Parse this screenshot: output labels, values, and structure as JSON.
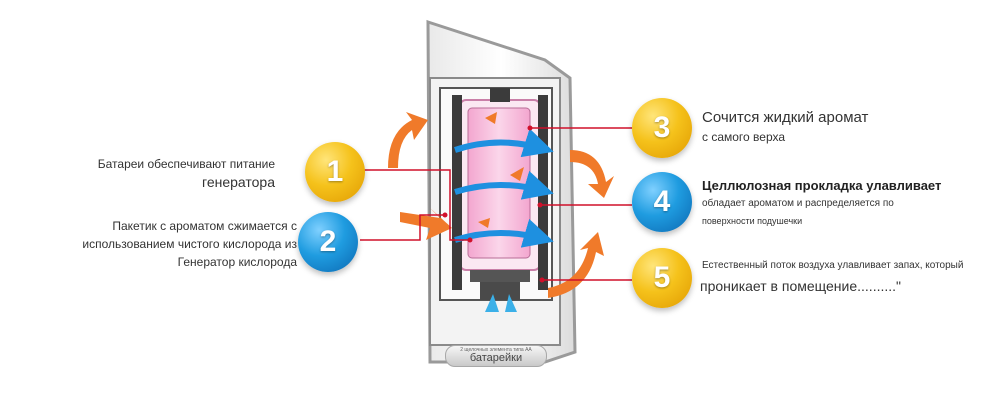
{
  "callouts": [
    {
      "number": "1",
      "lines": [
        "Батареи обеспечивают питание",
        "генератора"
      ]
    },
    {
      "number": "2",
      "lines": [
        "Пакетик с ароматом сжимается с",
        "использованием чистого кислорода из",
        "Генератор кислорода"
      ]
    },
    {
      "number": "3",
      "lines": [
        "Сочится жидкий аромат",
        "с самого верха"
      ]
    },
    {
      "number": "4",
      "lines": [
        "Целлюлозная прокладка улавливает",
        "обладает ароматом и распределяется по",
        "поверхности подушечки"
      ]
    },
    {
      "number": "5",
      "lines": [
        "Естественный поток воздуха улавливает запах, который",
        "проникает в помещение..........\""
      ]
    }
  ],
  "battery": {
    "small_text": "2 щелочных элемента типа АА",
    "label": "батарейки"
  },
  "colors": {
    "yellow_badge": "#f5c21b",
    "blue_badge": "#1f9ce0",
    "leader_line": "#d0102a",
    "arrow_orange": "#f07a2a",
    "arrow_blue": "#1e90e0",
    "chamber_pink": "#f7b8d8"
  }
}
